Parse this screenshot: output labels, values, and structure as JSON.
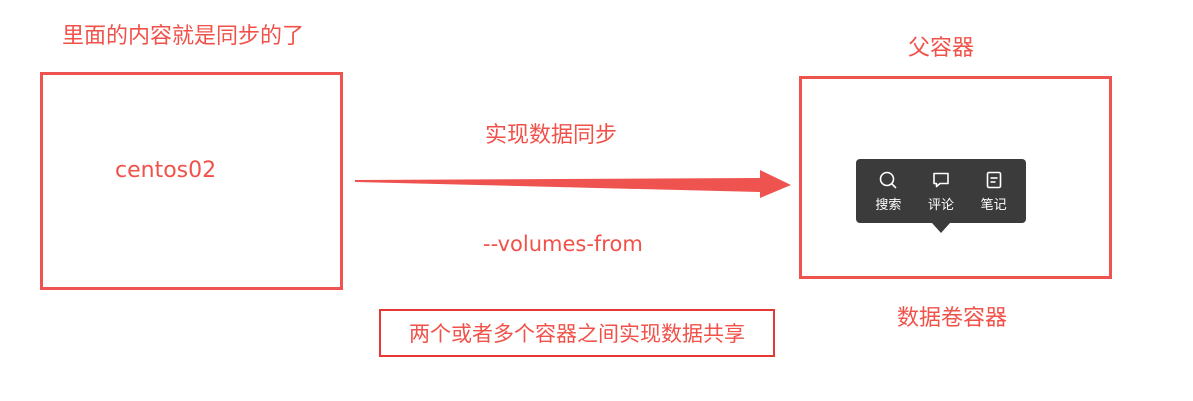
{
  "labels": {
    "left_caption": "里面的内容就是同步的了",
    "right_caption": "父容器",
    "left_box_label": "centos02",
    "middle_caption": "实现数据同步",
    "volumes_label": "--volumes-from",
    "bottom_right_caption": "数据卷容器",
    "bottom_note": "两个或者多个容器之间实现数据共享"
  },
  "popup": {
    "search_label": "搜索",
    "comment_label": "评论",
    "note_label": "笔记"
  },
  "colors": {
    "accent_red": "#ef5350",
    "text_red": "#f0524a",
    "popup_bg": "#3b3b3b"
  },
  "icons": {
    "search": "search-icon",
    "comment": "comment-icon",
    "note": "note-icon"
  }
}
